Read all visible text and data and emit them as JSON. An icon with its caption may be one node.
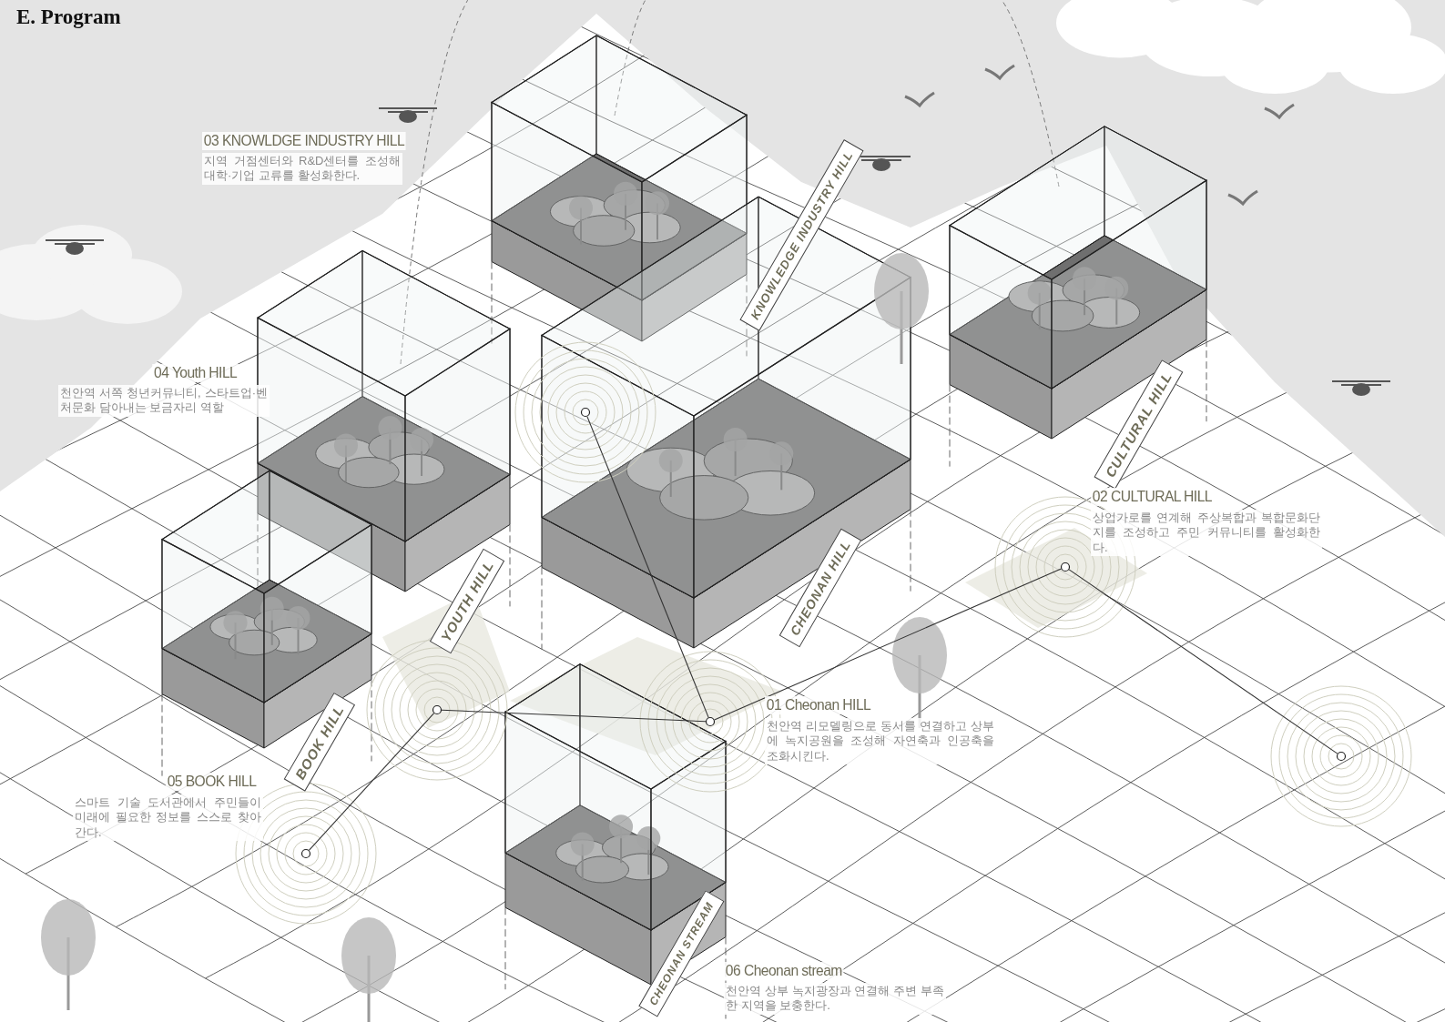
{
  "diagram": {
    "title": "E. Program",
    "nodes": [
      {
        "text": [
          "KNOWLEDGE INDUSTRY HILL"
        ]
      },
      {
        "text": [
          "YOUTH HILL"
        ]
      },
      {
        "text": [
          "CHEONAN HILL"
        ]
      },
      {
        "text": [
          "CULTURAL HILL"
        ]
      },
      {
        "text": [
          "BOOK HILL"
        ]
      },
      {
        "text": [
          "CHEONAN STREAM"
        ]
      },
      {
        "text": [],
        "shape": "circle"
      },
      {
        "text": [],
        "shape": "circle"
      },
      {
        "text": [],
        "shape": "circle"
      },
      {
        "text": [],
        "shape": "circle"
      },
      {
        "text": [],
        "shape": "circle"
      },
      {
        "text": [],
        "shape": "circle"
      }
    ],
    "edges": [
      {
        "from": 6,
        "to": 8,
        "arrow": "none"
      },
      {
        "from": 7,
        "to": 8,
        "arrow": "none"
      },
      {
        "from": 11,
        "to": 7,
        "arrow": "none"
      },
      {
        "from": 8,
        "to": 9,
        "arrow": "none"
      },
      {
        "from": 9,
        "to": 10,
        "arrow": "none"
      }
    ],
    "labels": [
      "03 KNOWLDGE INDUSTRY HILL",
      "지역 거점센터와 R&D센터를 조성해 대학·기업 교류를 활성화한다.",
      "04 Youth HILL",
      "천안역 서쪽 청년커뮤니티, 스타트업·벤처문화 담아내는 보금자리 역할",
      "02 CULTURAL HILL",
      "상업가로를 연계해 주상복합과 복합문화단지를 조성하고 주민 커뮤니티를 활성화한다.",
      "01 Cheonan HILL",
      "천안역 리모델링으로 동서를 연결하고 상부에 녹지공원을 조성해 자연축과 인공축을 조화시킨다.",
      "05 BOOK HILL",
      "스마트 기술 도서관에서 주민들이 미래에 필요한 정보를 스스로 찾아간다.",
      "06 Cheonan stream",
      "천안역 상부 녹지광장과 연결해 주변 부족한 지역을 보충한다."
    ]
  }
}
